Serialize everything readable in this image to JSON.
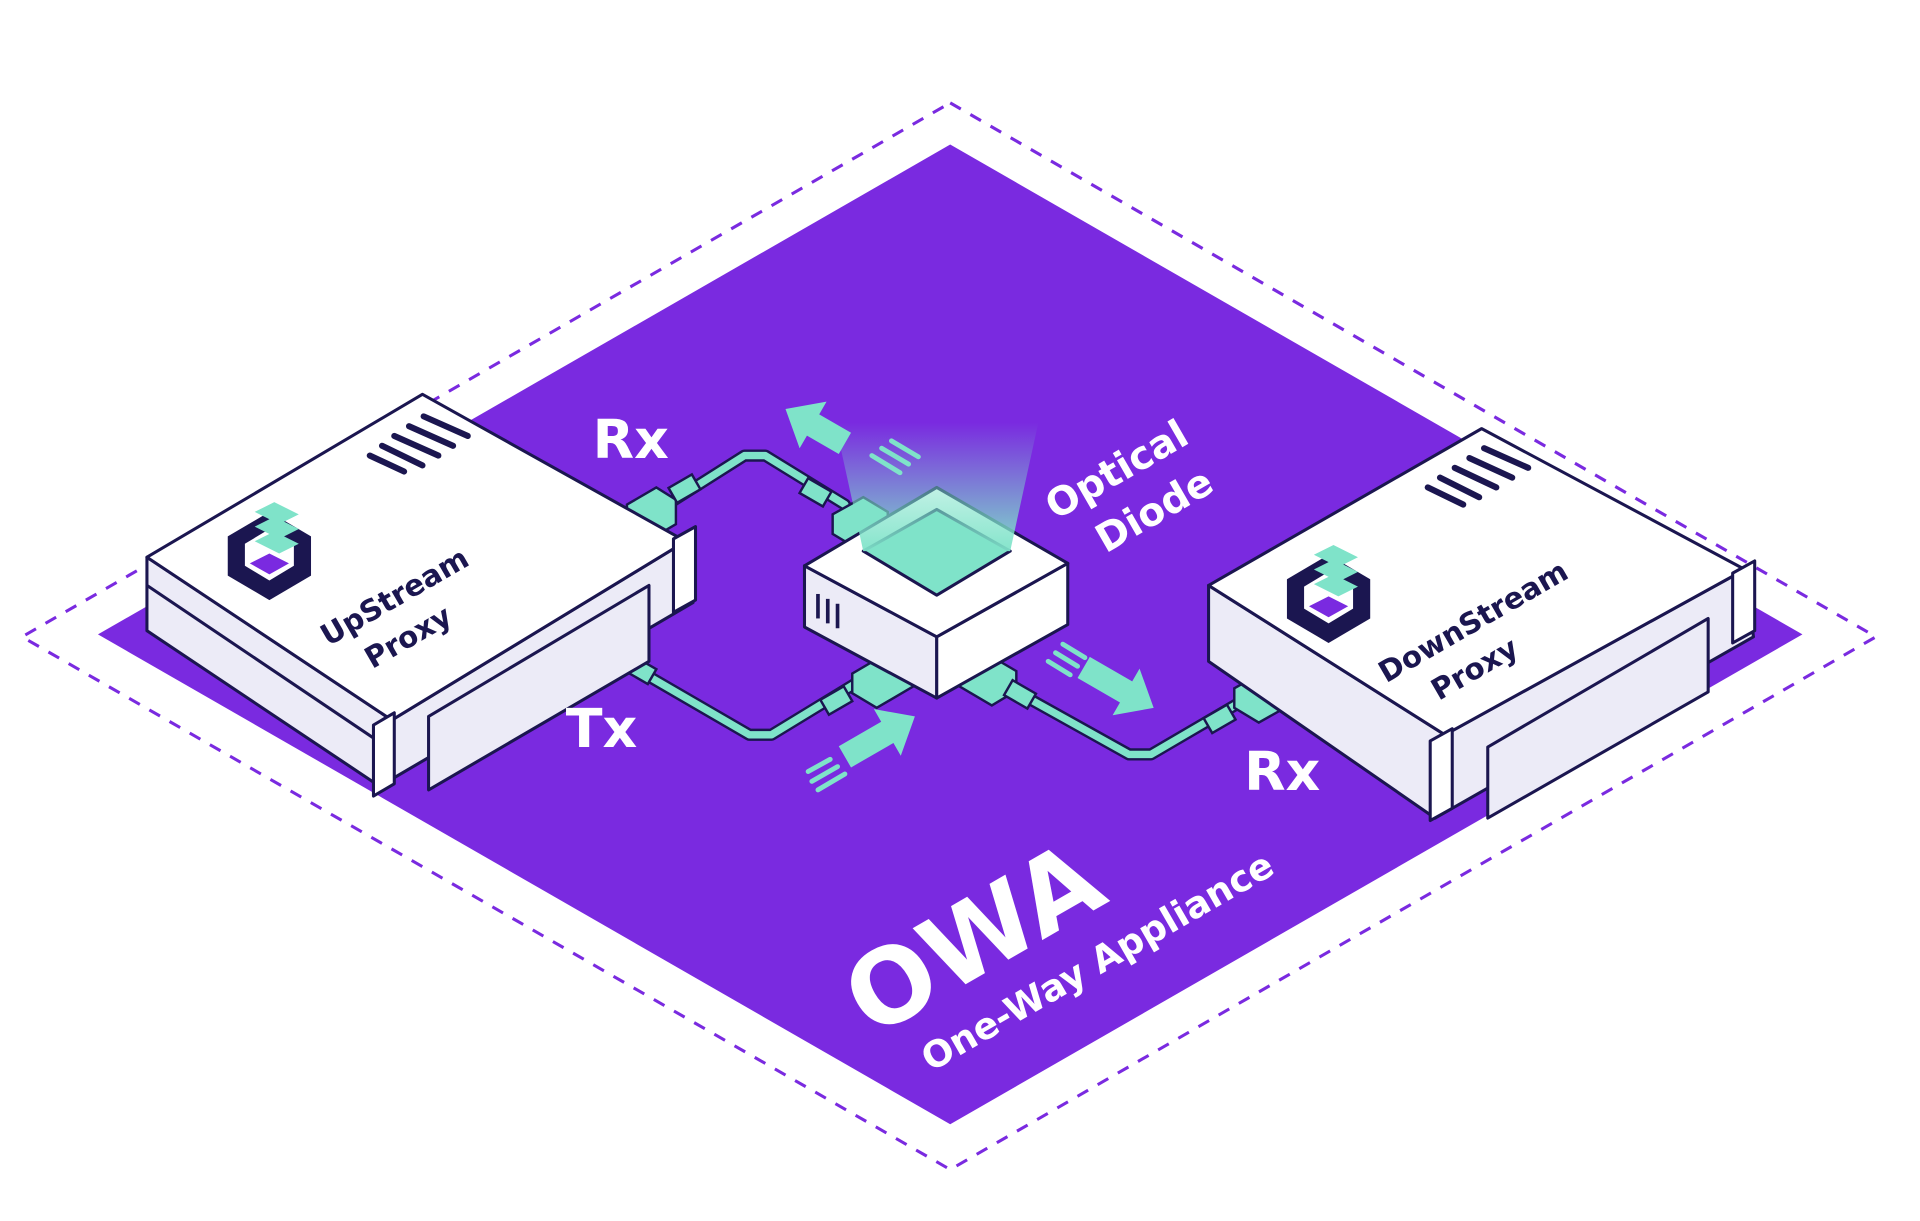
{
  "colors": {
    "purple": "#7a2ae0",
    "teal": "#7fe3c9",
    "navy": "#1b1650",
    "white": "#ffffff",
    "panel": "#ecebf7"
  },
  "labels": {
    "rx_left": "Rx",
    "tx_left": "Tx",
    "rx_right": "Rx",
    "optical_line1": "Optical",
    "optical_line2": "Diode",
    "upstream_line1": "UpStream",
    "upstream_line2": "Proxy",
    "downstream_line1": "DownStream",
    "downstream_line2": "Proxy",
    "owa": "OWA",
    "owa_sub": "One-Way Appliance"
  }
}
